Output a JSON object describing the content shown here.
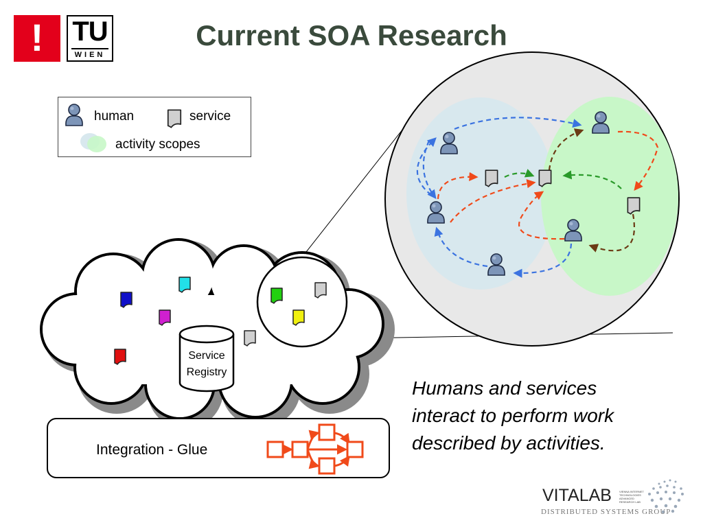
{
  "slide": {
    "title": "Current SOA Research",
    "caption_lines": [
      "Humans and services",
      "interact to perform work",
      "described by activities."
    ]
  },
  "logos": {
    "excl": "!",
    "tu": "TU",
    "wien": "WIEN",
    "vitalab": "VITALAB",
    "vitalab_small": [
      "VIENNA INTERNET",
      "TECHNOLOGIES",
      "ADVANCED",
      "RESEARCH LAB"
    ],
    "dsg": "DISTRIBUTED SYSTEMS GROUP"
  },
  "legend": {
    "human": "human",
    "service": "service",
    "scopes": "activity scopes"
  },
  "registry": {
    "line1": "Service",
    "line2": "Registry"
  },
  "glue": {
    "label": "Integration - Glue"
  },
  "colors": {
    "blue_arrow": "#3b73e0",
    "red_arrow": "#f04a1a",
    "green_arrow": "#2a9a2a",
    "brown_arrow": "#6b3a14",
    "scope_blue": "#d8e8ee",
    "scope_green": "#c8f7c8",
    "glue_orange": "#f04a1a"
  }
}
